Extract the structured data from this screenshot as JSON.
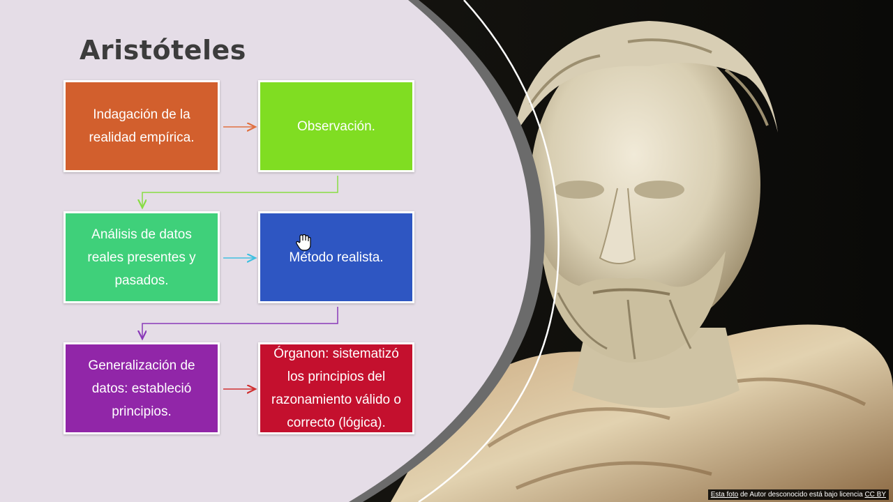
{
  "slide": {
    "title": "Aristóteles",
    "boxes": [
      {
        "text": "Indagación de la realidad empírica.",
        "color": "#d25f2d"
      },
      {
        "text": "Observación.",
        "color": "#80dd22"
      },
      {
        "text": "Análisis de datos reales presentes y pasados.",
        "color": "#3fd07a"
      },
      {
        "text": "Método realista.",
        "color": "#2e56c2"
      },
      {
        "text": "Generalización de datos: estableció principios.",
        "color": "#9126a8"
      },
      {
        "text": "Órganon: sistematizó los principios del razonamiento válido o correcto (lógica).",
        "color": "#c4102e"
      }
    ],
    "arrow_colors": {
      "row1": "#e07040",
      "row1_to_row2": "#88dd44",
      "row2": "#40c0e0",
      "row2_to_row3": "#8a3ab8",
      "row3": "#d03030"
    },
    "background_color": "#e5dde7"
  },
  "photo_credit": {
    "link1": "Esta foto",
    "middle": "de Autor desconocido está bajo licencia",
    "link2": "CC BY"
  },
  "icons": {
    "cursor": "hand-pointer-icon",
    "portrait": "aristotle-bust-photo"
  }
}
